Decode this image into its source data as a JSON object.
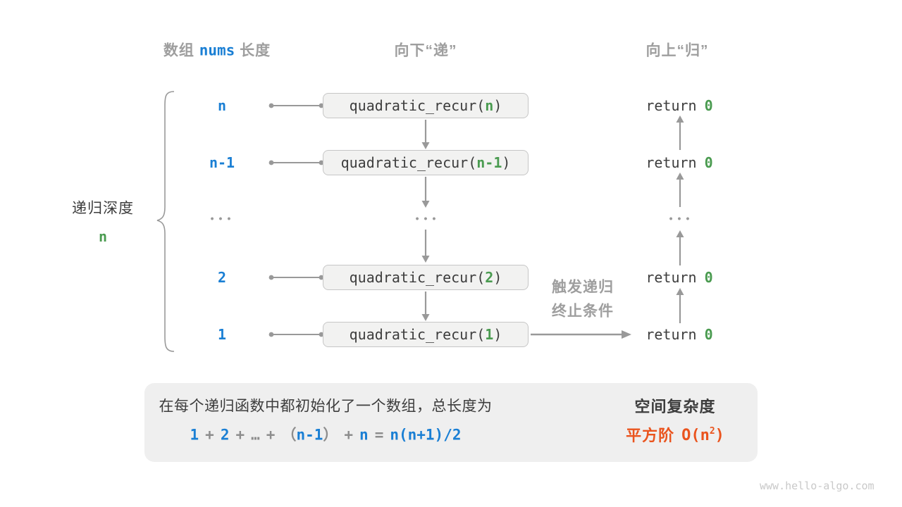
{
  "colors": {
    "blue": "#1a7fd4",
    "green": "#4a9b50",
    "orange": "#ea541e",
    "gray": "#9e9e9e",
    "dark": "#3d3d3d",
    "line": "#999999"
  },
  "headers": {
    "left_pre": "数组",
    "left_code": "nums",
    "left_post": "长度",
    "middle": "向下“递”",
    "right": "向上“归”"
  },
  "depth": {
    "label": "递归深度",
    "value": "n"
  },
  "call": {
    "pre": "quadratic_recur(",
    "post": ")"
  },
  "ret": {
    "keyword": "return",
    "value": "0"
  },
  "rows": [
    {
      "label": "n",
      "arg": "n"
    },
    {
      "label": "n-1",
      "arg": "n-1"
    },
    {
      "label": "2",
      "arg": "2"
    },
    {
      "label": "1",
      "arg": "1"
    }
  ],
  "dots": "•••",
  "base_case": {
    "line1": "触发递归",
    "line2": "终止条件"
  },
  "summary": {
    "line1": "在每个递归函数中都初始化了一个数组，总长度为",
    "formula": {
      "t1": "1",
      "op1": "+",
      "t2": "2",
      "op2": "+",
      "ell": "…",
      "op3": "+",
      "lp": "（",
      "t3": "n-1",
      "rp": "）",
      "op4": "+",
      "t4": "n",
      "eq": "=",
      "t5": "n(n+1)/2"
    },
    "space_title": "空间复杂度",
    "space_label": "平方阶",
    "space_big_o_pre": "O(n",
    "space_big_o_sup": "2",
    "space_big_o_post": ")"
  },
  "watermark": "www.hello-algo.com"
}
